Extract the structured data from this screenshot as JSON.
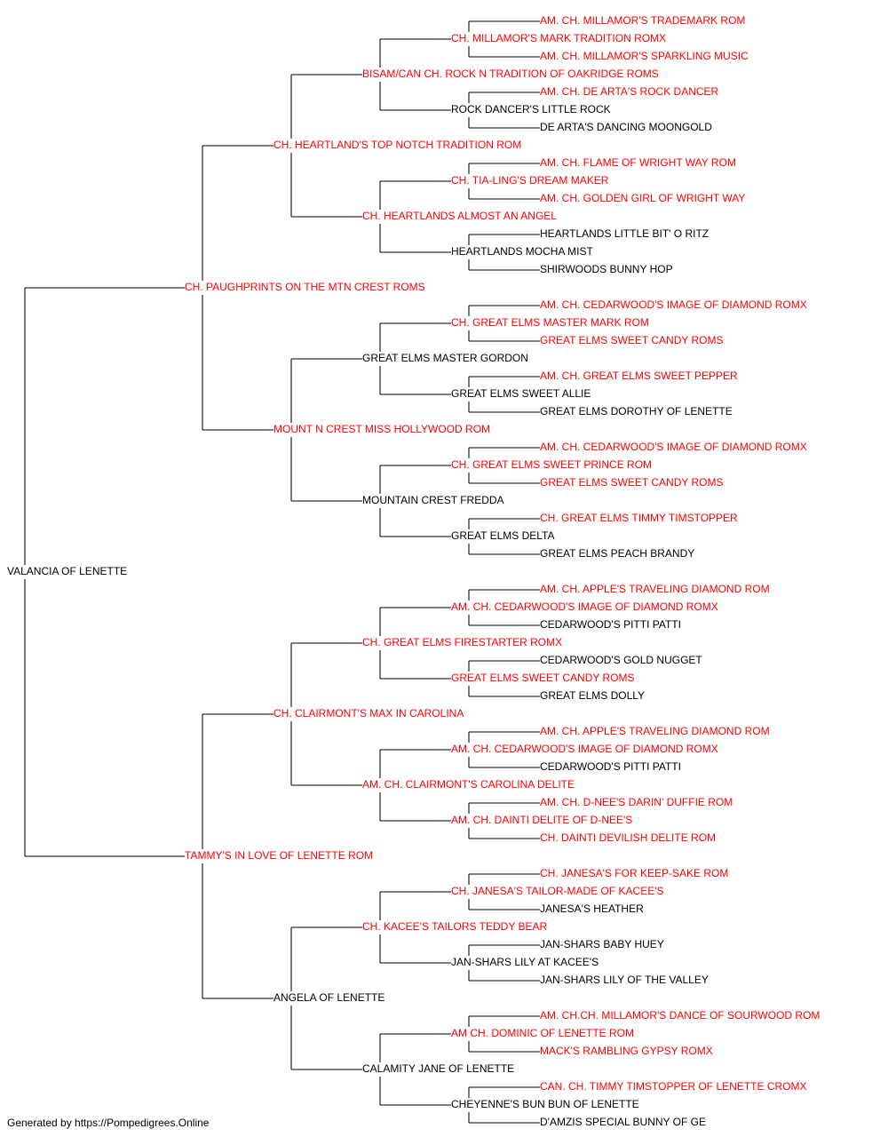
{
  "colors": {
    "champion": "#ff0000",
    "normal": "#000000",
    "connector": "#333333"
  },
  "footer": "Generated by https://Pompedigrees.Online",
  "pedigree": {
    "name": "VALANCIA OF LENETTE",
    "champion": false,
    "sire": {
      "name": "CH. PAUGHPRINTS ON THE MTN CREST ROMS",
      "champion": true,
      "sire": {
        "name": "CH. HEARTLAND'S TOP NOTCH TRADITION ROM",
        "champion": true,
        "sire": {
          "name": "BISAM/CAN CH. ROCK N TRADITION OF OAKRIDGE ROMS",
          "champion": true,
          "sire": {
            "name": "CH. MILLAMOR'S MARK TRADITION ROMX",
            "champion": true,
            "sire": {
              "name": "AM. CH. MILLAMOR'S TRADEMARK ROM",
              "champion": true
            },
            "dam": {
              "name": "AM. CH. MILLAMOR'S SPARKLING MUSIC",
              "champion": true
            }
          },
          "dam": {
            "name": "ROCK DANCER'S LITTLE ROCK",
            "champion": false,
            "sire": {
              "name": "AM. CH. DE ARTA'S ROCK DANCER",
              "champion": true
            },
            "dam": {
              "name": "DE ARTA'S DANCING MOONGOLD",
              "champion": false
            }
          }
        },
        "dam": {
          "name": "CH. HEARTLANDS ALMOST AN ANGEL",
          "champion": true,
          "sire": {
            "name": "CH. TIA-LING'S DREAM MAKER",
            "champion": true,
            "sire": {
              "name": "AM. CH. FLAME OF WRIGHT WAY ROM",
              "champion": true
            },
            "dam": {
              "name": "AM. CH. GOLDEN GIRL OF WRIGHT WAY",
              "champion": true
            }
          },
          "dam": {
            "name": "HEARTLANDS MOCHA MIST",
            "champion": false,
            "sire": {
              "name": "HEARTLANDS LITTLE BIT' O RITZ",
              "champion": false
            },
            "dam": {
              "name": "SHIRWOODS BUNNY HOP",
              "champion": false
            }
          }
        }
      },
      "dam": {
        "name": "MOUNT N CREST MISS HOLLYWOOD ROM",
        "champion": true,
        "sire": {
          "name": "GREAT ELMS MASTER GORDON",
          "champion": false,
          "sire": {
            "name": "CH. GREAT ELMS MASTER MARK ROM",
            "champion": true,
            "sire": {
              "name": "AM. CH. CEDARWOOD'S IMAGE OF DIAMOND ROMX",
              "champion": true
            },
            "dam": {
              "name": "GREAT ELMS SWEET CANDY ROMS",
              "champion": true
            }
          },
          "dam": {
            "name": "GREAT ELMS SWEET ALLIE",
            "champion": false,
            "sire": {
              "name": "AM. CH. GREAT ELMS SWEET PEPPER",
              "champion": true
            },
            "dam": {
              "name": "GREAT ELMS DOROTHY OF LENETTE",
              "champion": false
            }
          }
        },
        "dam": {
          "name": "MOUNTAIN CREST FREDDA",
          "champion": false,
          "sire": {
            "name": "CH. GREAT ELMS SWEET PRINCE ROM",
            "champion": true,
            "sire": {
              "name": "AM. CH. CEDARWOOD'S IMAGE OF DIAMOND ROMX",
              "champion": true
            },
            "dam": {
              "name": "GREAT ELMS SWEET CANDY ROMS",
              "champion": true
            }
          },
          "dam": {
            "name": "GREAT ELMS DELTA",
            "champion": false,
            "sire": {
              "name": "CH. GREAT ELMS TIMMY TIMSTOPPER",
              "champion": true
            },
            "dam": {
              "name": "GREAT ELMS PEACH BRANDY",
              "champion": false
            }
          }
        }
      }
    },
    "dam": {
      "name": "TAMMY'S IN LOVE OF LENETTE ROM",
      "champion": true,
      "sire": {
        "name": "CH. CLAIRMONT'S MAX IN CAROLINA",
        "champion": true,
        "sire": {
          "name": "CH. GREAT ELMS FIRESTARTER ROMX",
          "champion": true,
          "sire": {
            "name": "AM. CH. CEDARWOOD'S IMAGE OF DIAMOND ROMX",
            "champion": true,
            "sire": {
              "name": "AM. CH. APPLE'S TRAVELING DIAMOND ROM",
              "champion": true
            },
            "dam": {
              "name": "CEDARWOOD'S PITTI PATTI",
              "champion": false
            }
          },
          "dam": {
            "name": "GREAT ELMS SWEET CANDY ROMS",
            "champion": true,
            "sire": {
              "name": "CEDARWOOD'S GOLD NUGGET",
              "champion": false
            },
            "dam": {
              "name": "GREAT ELMS DOLLY",
              "champion": false
            }
          }
        },
        "dam": {
          "name": "AM. CH. CLAIRMONT'S CAROLINA DELITE",
          "champion": true,
          "sire": {
            "name": "AM. CH. CEDARWOOD'S IMAGE OF DIAMOND ROMX",
            "champion": true,
            "sire": {
              "name": "AM. CH. APPLE'S TRAVELING DIAMOND ROM",
              "champion": true
            },
            "dam": {
              "name": "CEDARWOOD'S PITTI PATTI",
              "champion": false
            }
          },
          "dam": {
            "name": "AM. CH. DAINTI DELITE OF D-NEE'S",
            "champion": true,
            "sire": {
              "name": "AM. CH. D-NEE'S DARIN' DUFFIE ROM",
              "champion": true
            },
            "dam": {
              "name": "CH. DAINTI DEVILISH DELITE ROM",
              "champion": true
            }
          }
        }
      },
      "dam": {
        "name": "ANGELA OF LENETTE",
        "champion": false,
        "sire": {
          "name": "CH. KACEE'S TAILORS TEDDY BEAR",
          "champion": true,
          "sire": {
            "name": "CH. JANESA'S TAILOR-MADE OF KACEE'S",
            "champion": true,
            "sire": {
              "name": "CH. JANESA'S FOR KEEP-SAKE ROM",
              "champion": true
            },
            "dam": {
              "name": "JANESA'S HEATHER",
              "champion": false
            }
          },
          "dam": {
            "name": "JAN-SHARS LILY AT KACEE'S",
            "champion": false,
            "sire": {
              "name": "JAN-SHARS BABY HUEY",
              "champion": false
            },
            "dam": {
              "name": "JAN-SHARS LILY OF THE VALLEY",
              "champion": false
            }
          }
        },
        "dam": {
          "name": "CALAMITY JANE OF LENETTE",
          "champion": false,
          "sire": {
            "name": "AM CH. DOMINIC OF LENETTE ROM",
            "champion": true,
            "sire": {
              "name": "AM. CH.CH. MILLAMOR'S DANCE OF SOURWOOD ROM",
              "champion": true
            },
            "dam": {
              "name": "MACK'S RAMBLING GYPSY ROMX",
              "champion": true
            }
          },
          "dam": {
            "name": "CHEYENNE'S BUN BUN OF LENETTE",
            "champion": false,
            "sire": {
              "name": "CAN. CH. TIMMY TIMSTOPPER OF LENETTE CROMX",
              "champion": true
            },
            "dam": {
              "name": "D'AMZIS SPECIAL BUNNY OF GE",
              "champion": false
            }
          }
        }
      }
    }
  }
}
